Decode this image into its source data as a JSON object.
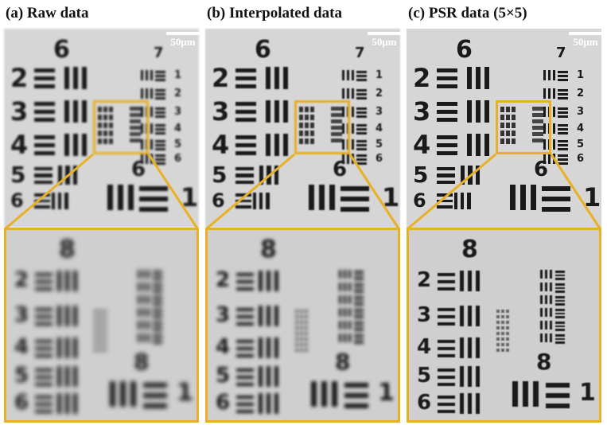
{
  "panels": [
    {
      "title": "(a) Raw data",
      "scale_label": "50μm"
    },
    {
      "title": "(b) Interpolated data",
      "scale_label": "50μm"
    },
    {
      "title": "(c) PSR data (5×5)",
      "scale_label": "50μm"
    }
  ],
  "target_digits": {
    "top": "6",
    "right_top": "7",
    "left_rows": [
      "2",
      "3",
      "4",
      "5",
      "6"
    ],
    "right_rows": [
      "1",
      "2",
      "3",
      "4",
      "5",
      "6"
    ],
    "mid": "6",
    "bottom": "1",
    "zoom_top": "8",
    "zoom_left": [
      "2",
      "3",
      "4",
      "5",
      "6"
    ],
    "zoom_mid": "8",
    "zoom_bottom": "1"
  },
  "colors": {
    "highlight": "#e8b023"
  }
}
